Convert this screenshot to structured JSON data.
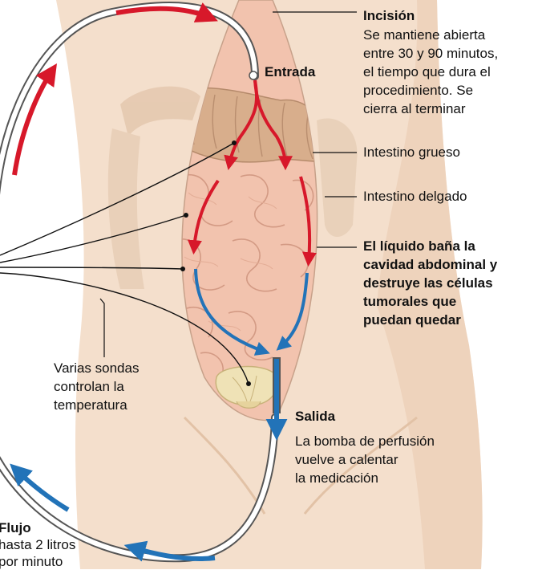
{
  "labels": {
    "incision_title": "Incisión",
    "incision_desc": [
      "Se mantiene abierta",
      "entre 30 y 90 minutos,",
      "el tiempo que dura el",
      "procedimiento. Se",
      "cierra al terminar"
    ],
    "entrada": "Entrada",
    "intestino_grueso": "Intestino grueso",
    "intestino_delgado": "Intestino delgado",
    "liquido": [
      "El líquido baña la",
      "cavidad abdominal y",
      "destruye las células",
      "tumorales que",
      "puedan quedar"
    ],
    "sondas": [
      "Varias sondas",
      "controlan la",
      "temperatura"
    ],
    "salida_title": "Salida",
    "salida_desc": [
      "La bomba de perfusión",
      "vuelve a calentar",
      "la medicación"
    ],
    "flujo_title": "Flujo",
    "flujo_desc": [
      "hasta 2 litros",
      "por minuto"
    ]
  },
  "colors": {
    "inflow": "#d7182a",
    "outflow": "#2273b8",
    "skin": "#f3ddc9",
    "skin_shadow": "#e8c6ad",
    "intestine": "#f0bfa8",
    "colon": "#d8b08e",
    "leader": "#111111"
  }
}
